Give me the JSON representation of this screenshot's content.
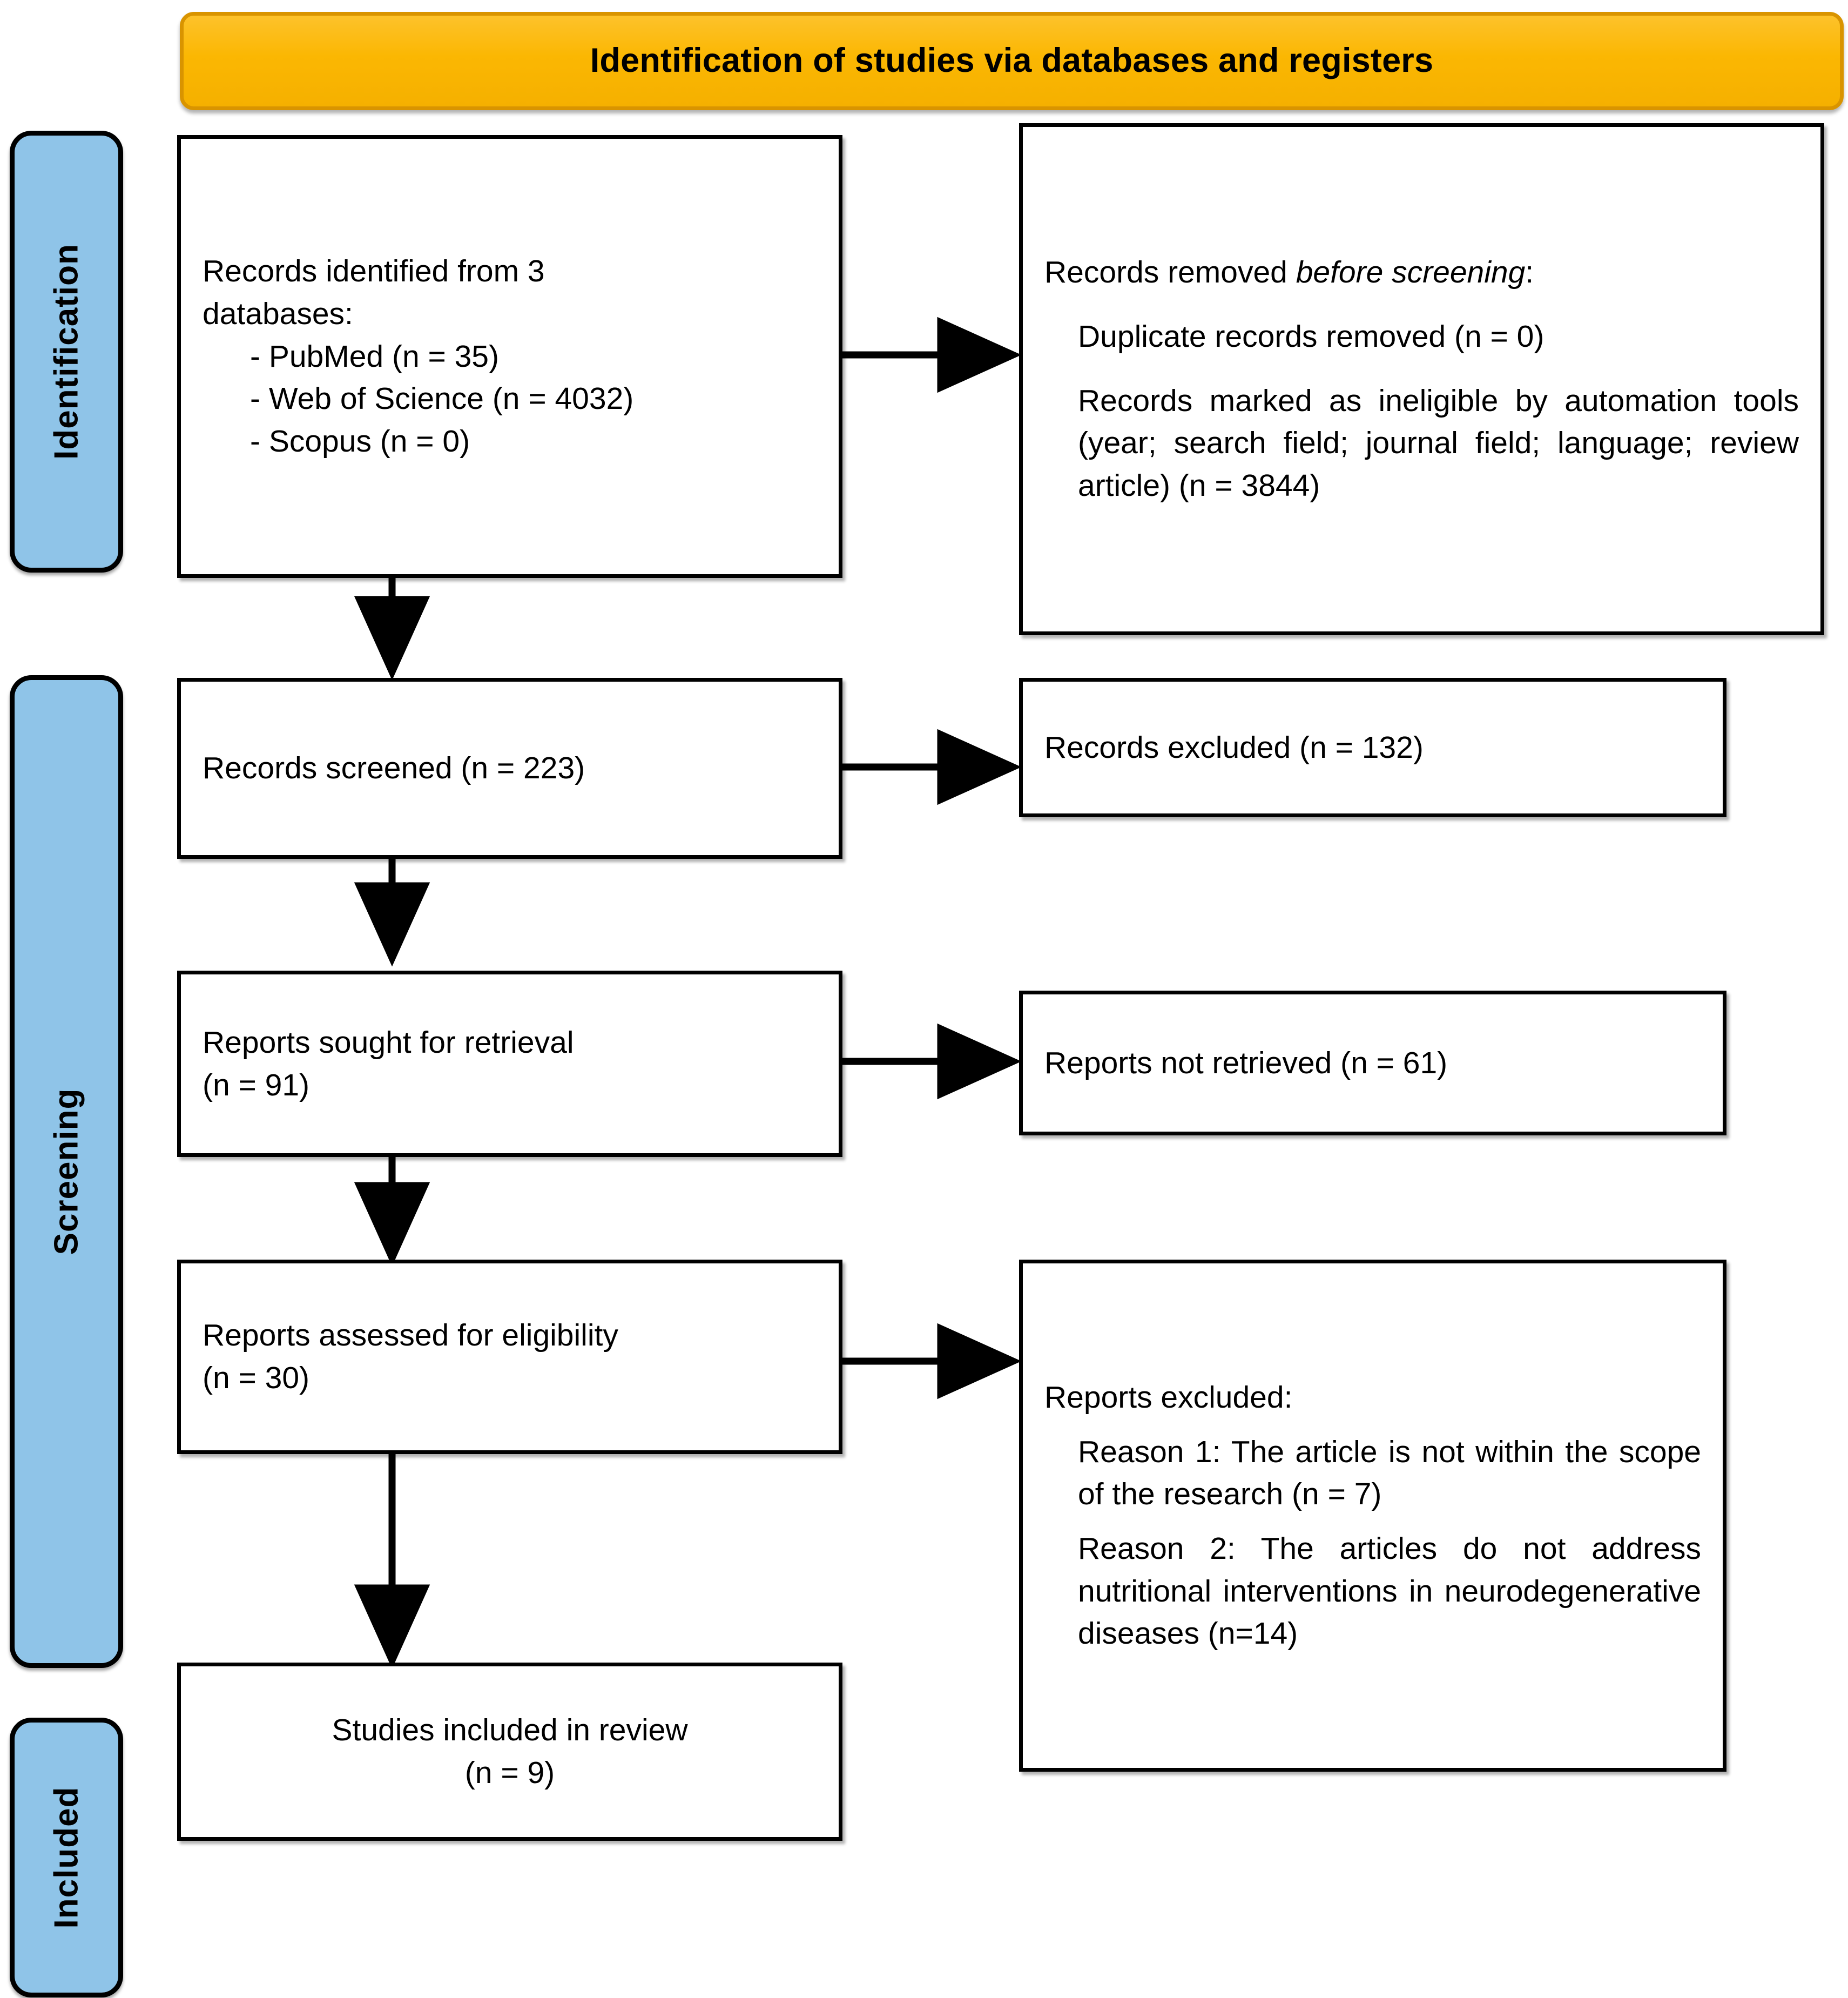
{
  "header": {
    "title": "Identification of studies via databases and registers",
    "fill": "#FAB702",
    "border": "#D99400"
  },
  "stages": [
    {
      "key": "identification",
      "label": "Identification"
    },
    {
      "key": "screening",
      "label": "Screening"
    },
    {
      "key": "included",
      "label": "Included"
    }
  ],
  "stage_color": "#8FC4E8",
  "boxes": {
    "identified": {
      "line1": "Records identified from 3",
      "line2": "databases:",
      "items": [
        "- PubMed (n = 35)",
        "- Web of Science (n = 4032)",
        "- Scopus (n = 0)"
      ]
    },
    "removed_before_screening": {
      "heading_pre": "Records removed ",
      "heading_em": "before screening",
      "heading_post": ":",
      "duplicates": "Duplicate records removed (n = 0)",
      "automation": "Records marked as ineligible by automation tools (year; search field; journal field; language; review article) (n = 3844)"
    },
    "records_screened": {
      "text": "Records screened (n = 223)"
    },
    "records_excluded": {
      "text": "Records excluded (n = 132)"
    },
    "reports_sought": {
      "line1": "Reports sought for retrieval",
      "line2": "(n = 91)"
    },
    "reports_not_retrieved": {
      "text": "Reports not retrieved (n = 61)"
    },
    "reports_assessed": {
      "line1": "Reports assessed for eligibility",
      "line2": "(n = 30)"
    },
    "reports_excluded": {
      "heading": "Reports excluded:",
      "reason1": "Reason 1: The article is not within the scope of the research (n = 7)",
      "reason2": "Reason 2: The articles do not address nutritional interventions in neurodegenerative diseases (n=14)"
    },
    "studies_included": {
      "line1": "Studies included in review",
      "line2": "(n = 9)"
    }
  },
  "flow_data": {
    "type": "prisma-flow-diagram",
    "identified_total_databases": 3,
    "sources": [
      {
        "name": "PubMed",
        "n": 35
      },
      {
        "name": "Web of Science",
        "n": 4032
      },
      {
        "name": "Scopus",
        "n": 0
      }
    ],
    "duplicates_removed": 0,
    "ineligible_by_automation": 3844,
    "records_screened": 223,
    "records_excluded": 132,
    "reports_sought": 91,
    "reports_not_retrieved": 61,
    "reports_assessed": 30,
    "excluded_reason_1_n": 7,
    "excluded_reason_2_n": 14,
    "studies_included": 9
  }
}
